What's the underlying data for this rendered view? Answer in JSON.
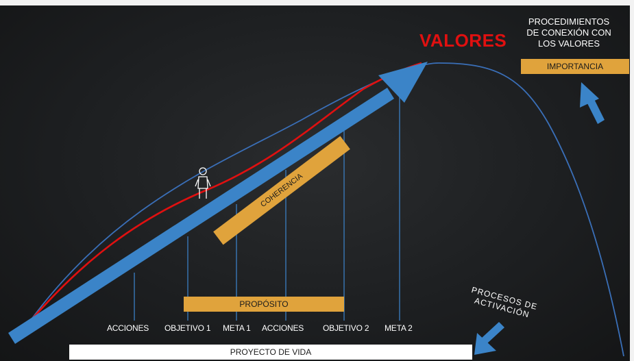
{
  "highlight": {
    "label": "VALORES",
    "color": "#e01010"
  },
  "procedures": {
    "title_lines": [
      "PROCEDIMIENTOS",
      "DE CONEXIÓN CON",
      "LOS VALORES"
    ],
    "box_label": "IMPORTANCIA"
  },
  "boxes": {
    "coherence": "COHERENCIA",
    "purpose": "PROPÓSITO",
    "life_project": "PROYECTO DE VIDA"
  },
  "activation": {
    "lines": [
      "PROCESOS DE",
      "ACTIVACIÓN"
    ]
  },
  "milestones": [
    "ACCIONES",
    "OBJETIVO 1",
    "META 1",
    "ACCIONES",
    "OBJETIVO 2",
    "META 2"
  ],
  "colors": {
    "background": "#1d1f21",
    "curve": "#3a6fb8",
    "values_curve": "#e01010",
    "main_arrow": "#3b84c8",
    "gold_box": "#e0a33c",
    "guide_lines": "#3b7fc4"
  },
  "icons": [
    "person-icon",
    "up-arrow-icon",
    "down-arrow-icon"
  ]
}
